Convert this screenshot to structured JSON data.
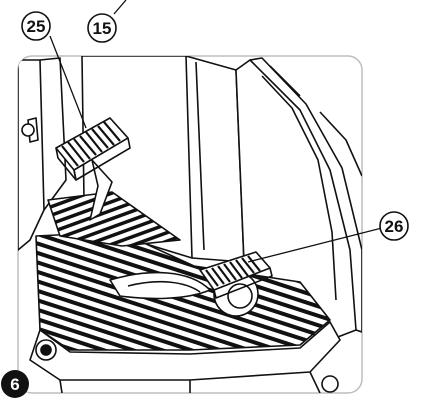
{
  "figure": {
    "frame_color": "#bdbdbd",
    "ink_color": "#111111",
    "step_badge_fill": "#111111",
    "callouts": [
      {
        "id": "callout-25",
        "label": "25"
      },
      {
        "id": "callout-15",
        "label": "15"
      },
      {
        "id": "callout-26",
        "label": "26"
      }
    ],
    "step_badge": "6"
  }
}
